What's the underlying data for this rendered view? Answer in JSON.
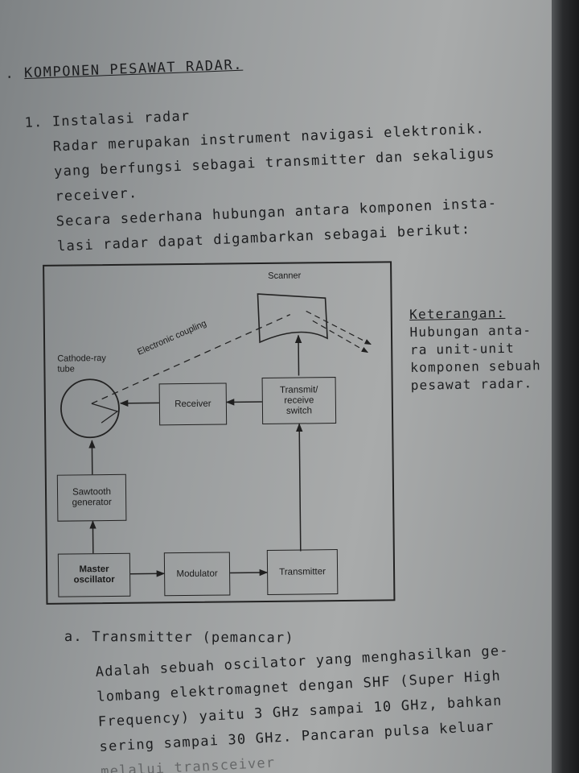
{
  "section_heading": {
    "bullet": ".",
    "text": "KOMPONEN PESAWAT RADAR."
  },
  "intro": {
    "number": "1.",
    "subheading": "Instalasi radar",
    "lines": [
      "Radar merupakan instrument navigasi elektronik.",
      "yang berfungsi sebagai transmitter dan sekaligus",
      "receiver.",
      "Secara sederhana hubungan antara komponen insta-",
      "lasi radar dapat digambarkan sebagai berikut:"
    ]
  },
  "diagram": {
    "scanner_label": "Scanner",
    "crt_label": "Cathode-ray\ntube",
    "coupling_label": "Electronic coupling",
    "receiver": "Receiver",
    "tr_switch": "Transmit/\nreceive\nswitch",
    "sawtooth": "Sawtooth\ngenerator",
    "master_osc": "Master\noscillator",
    "modulator": "Modulator",
    "transmitter": "Transmitter"
  },
  "keterangan": {
    "title": "Keterangan:",
    "lines": [
      "Hubungan anta-",
      "ra unit-unit",
      "komponen sebuah",
      "pesawat radar."
    ]
  },
  "subsection_a": {
    "label": "a.",
    "title": "Transmitter (pemancar)"
  },
  "paragraph_a": {
    "lines": [
      "Adalah sebuah oscilator yang menghasilkan ge-",
      "lombang elektromagnet dengan SHF (Super High",
      "Frequency) yaitu 3 GHz sampai 10 GHz, bahkan",
      "sering sampai 30 GHz. Pancaran pulsa keluar",
      "melalui transceiver"
    ]
  }
}
